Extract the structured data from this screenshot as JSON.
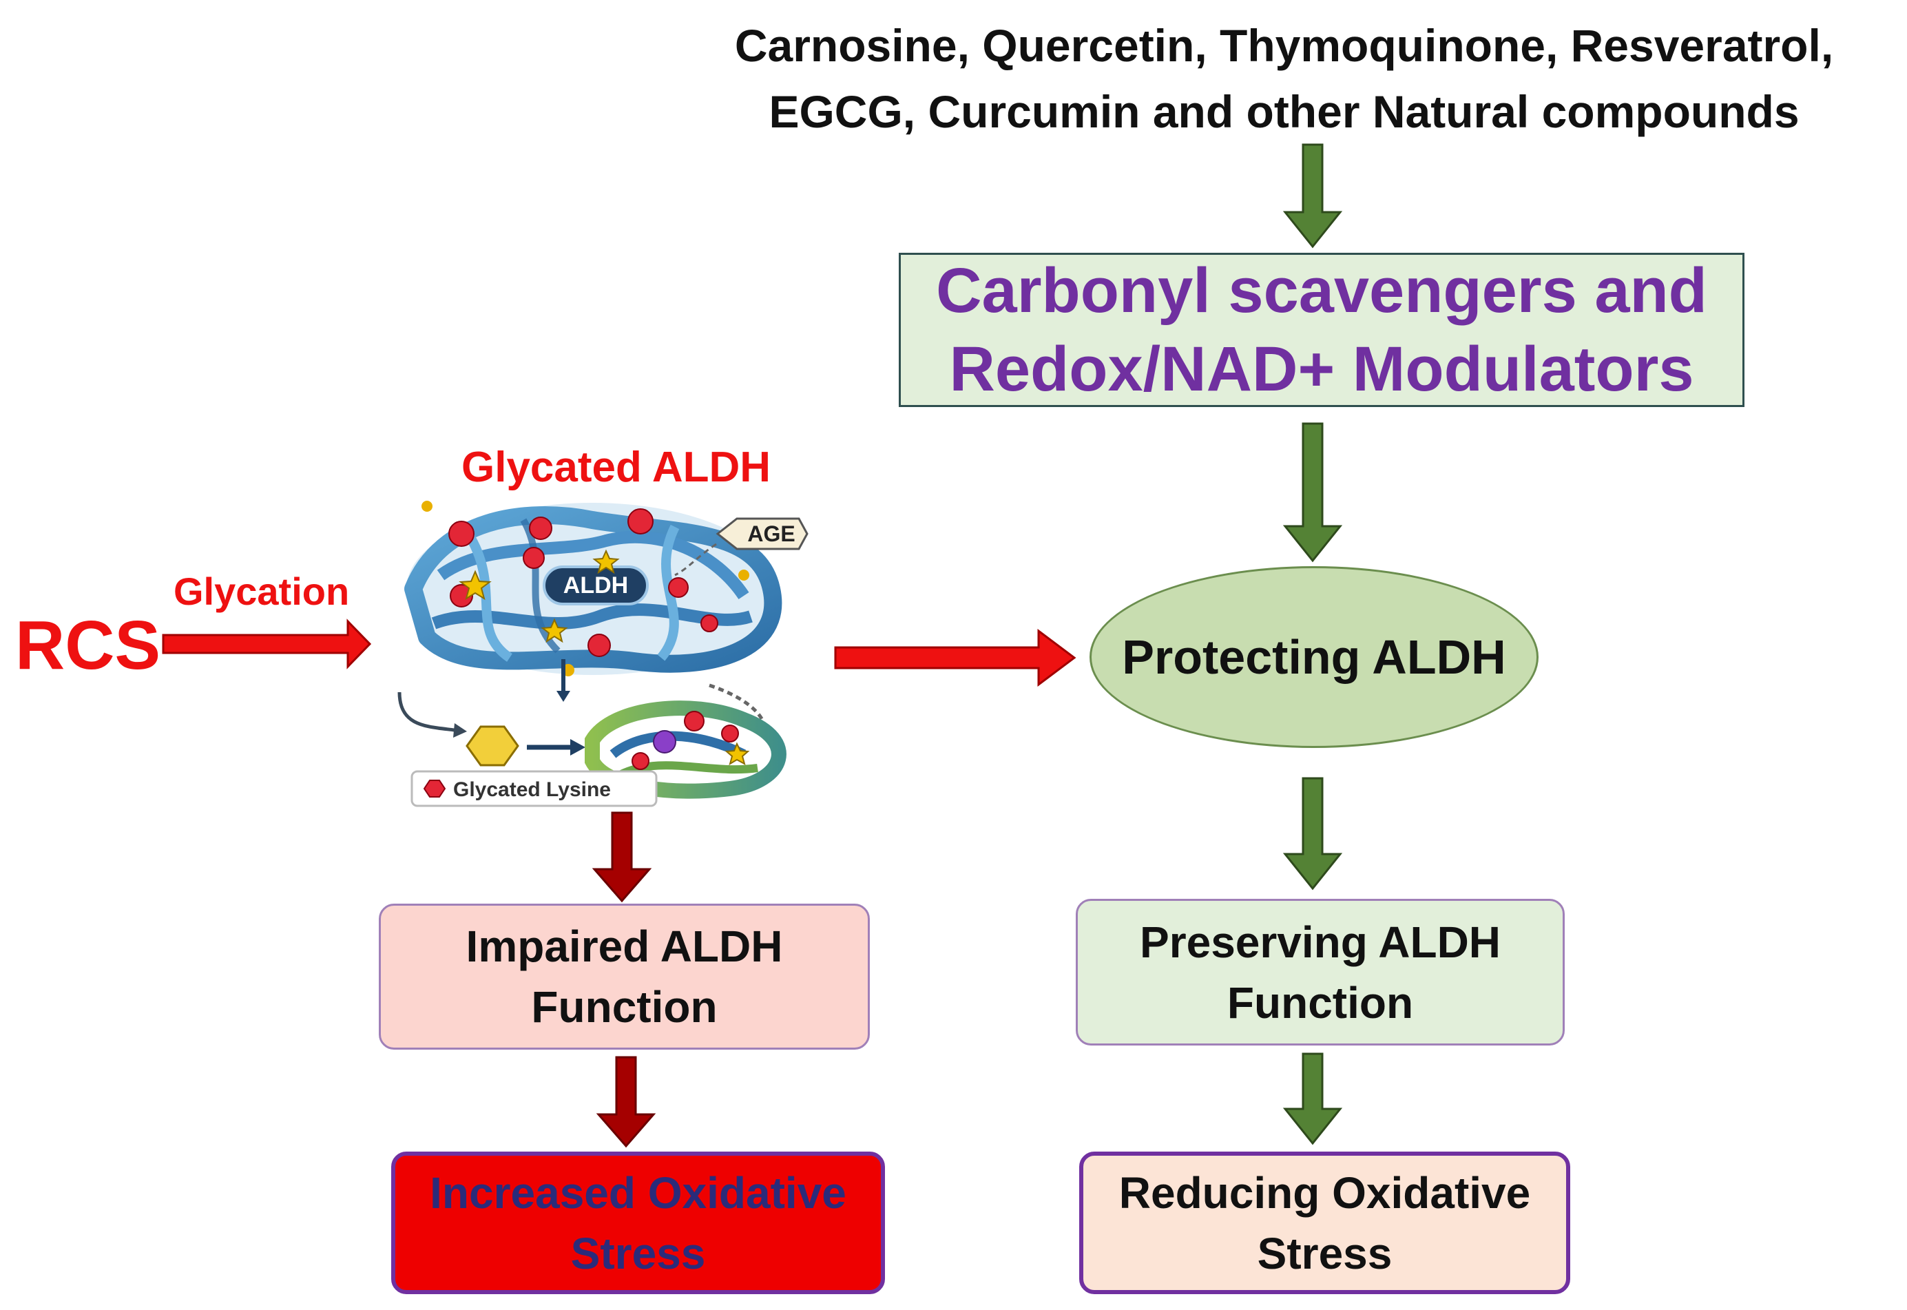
{
  "compounds": {
    "line1": "Carnosine, Quercetin, Thymoquinone, Resveratrol,",
    "line2": "EGCG, Curcumin and other Natural compounds"
  },
  "scavengers": {
    "line1": "Carbonyl scavengers and",
    "line2": "Redox/NAD+ Modulators"
  },
  "protecting": "Protecting ALDH",
  "rcs": "RCS",
  "glycation": "Glycation",
  "glycated_aldh": {
    "title": "Glycated ALDH",
    "protein_label": "ALDH",
    "age_tag": "AGE",
    "legend": "Glycated Lysine"
  },
  "impaired": {
    "line1": "Impaired ALDH",
    "line2": "Function"
  },
  "preserving": {
    "line1": "Preserving ALDH",
    "line2": "Function"
  },
  "increased": {
    "line1": "Increased Oxidative",
    "line2": "Stress"
  },
  "reducing": {
    "line1": "Reducing Oxidative",
    "line2": "Stress"
  },
  "colors": {
    "green_arrow": "#548235",
    "dark_red_arrow": "#a50000",
    "red_arrow": "#ee1111",
    "purple_text": "#7030a0"
  }
}
